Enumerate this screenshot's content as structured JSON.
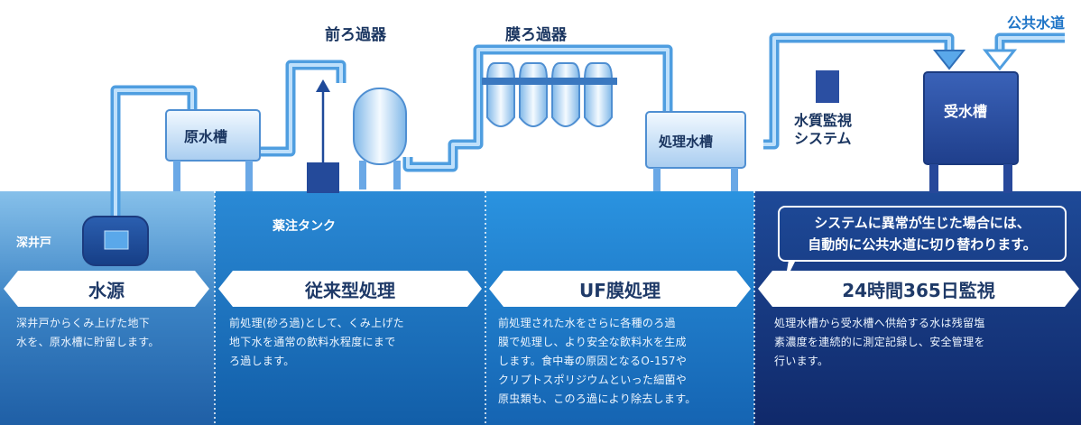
{
  "labels": {
    "pre_filter": "前ろ過器",
    "membrane_filter": "膜ろ過器",
    "public_water": "公共水道",
    "raw_water_tank": "原水槽",
    "treated_water_tank": "処理水槽",
    "monitoring_system": "水質監視\nシステム",
    "receiving_tank": "受水槽",
    "deep_well": "深井戸",
    "chemical_tank": "薬注タンク"
  },
  "alert": "システムに異常が生じた場合には、\n自動的に公共水道に切り替わります。",
  "sections": [
    {
      "title": "水源",
      "desc": "深井戸からくみ上げた地下\n水を、原水槽に貯留します。"
    },
    {
      "title": "従来型処理",
      "desc": "前処理(砂ろ過)として、くみ上げた\n地下水を通常の飲料水程度にまで\nろ過します。"
    },
    {
      "title": "UF膜処理",
      "desc": "前処理された水をさらに各種のろ過\n膜で処理し、より安全な飲料水を生成\nします。食中毒の原因となるO-157や\nクリプトスポリジウムといった細菌や\n原虫類も、このろ過により除去します。"
    },
    {
      "title": "24時間365日監視",
      "desc": "処理水槽から受水槽へ供給する水は残留塩\n素濃度を連続的に測定記録し、安全管理を\n行います。"
    }
  ],
  "colors": {
    "zone1": "#2f70b6",
    "zone2": "#1a6bb6",
    "zone3": "#1d77c6",
    "zone4": "#16397f",
    "pipe": "#63b2ec",
    "tank_light": "#cfe6fa",
    "tank_dark": "#2f56a8",
    "text_dark": "#1a3560"
  }
}
